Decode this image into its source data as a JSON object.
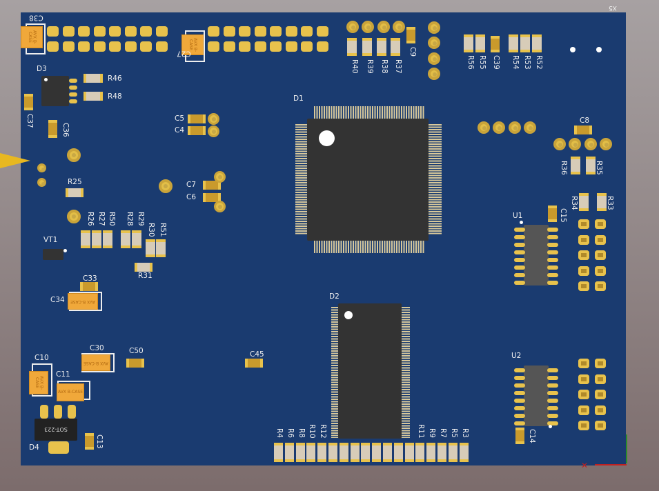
{
  "board": {
    "colors": {
      "board": "#1a3b70",
      "pad": "#e8c24c",
      "chip": "#333333",
      "background": "#a7a1a2"
    },
    "corner_label": "X5"
  },
  "labels": {
    "C38": "C38",
    "C27": "C27",
    "D3": "D3",
    "R46": "R46",
    "R48": "R48",
    "C37": "C37",
    "C36": "C36",
    "C5": "C5",
    "C4": "C4",
    "C7": "C7",
    "C6": "C6",
    "R25": "R25",
    "R26": "R26",
    "R27": "R27",
    "R50": "R50",
    "R28": "R28",
    "R29": "R29",
    "R30": "R30",
    "R51": "R51",
    "R31": "R31",
    "VT1": "VT1",
    "C33": "C33",
    "C34": "C34",
    "C30": "C30",
    "C50": "C50",
    "C10": "C10",
    "C11": "C11",
    "C13": "C13",
    "D4": "D4",
    "C45": "C45",
    "D1": "D1",
    "D2": "D2",
    "R40": "R40",
    "R39": "R39",
    "R38": "R38",
    "R37": "R37",
    "C9": "C9",
    "R56": "R56",
    "R55": "R55",
    "C39": "C39",
    "R54": "R54",
    "R53": "R53",
    "R52": "R52",
    "C8": "C8",
    "R36": "R36",
    "R35": "R35",
    "R34": "R34",
    "R33": "R33",
    "U1": "U1",
    "C15": "C15",
    "U2": "U2",
    "C14": "C14"
  },
  "bottom_resistors_left": [
    "R4",
    "R6",
    "R8",
    "R10",
    "R12"
  ],
  "bottom_resistors_right": [
    "R11",
    "R9",
    "R7",
    "R5",
    "R3"
  ],
  "package_text": {
    "tantalum": "AVX B-CASE",
    "regulator": "SOT-223"
  }
}
